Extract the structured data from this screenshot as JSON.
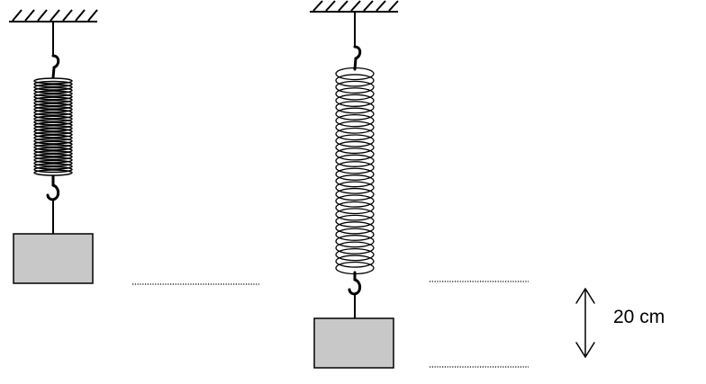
{
  "colors": {
    "line": "#000000",
    "mass_fill": "#c8c8c8",
    "background": "#ffffff"
  },
  "measurement": {
    "label": "20 cm"
  },
  "setups": [
    {
      "name": "short-spring-setup",
      "spring_state": "compressed"
    },
    {
      "name": "long-spring-setup",
      "spring_state": "stretched"
    }
  ]
}
